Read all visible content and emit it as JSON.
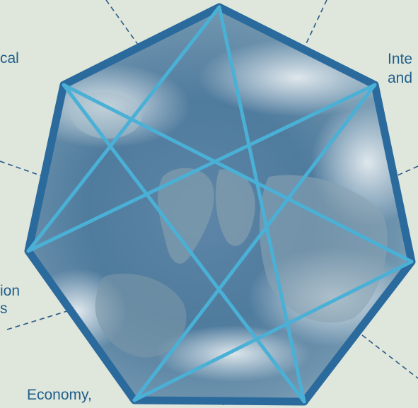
{
  "labels": {
    "top_left": "cal",
    "top_right_line1": "Inte",
    "top_right_line2": "and",
    "left_mid_line1": "ion",
    "left_mid_line2": "s",
    "bottom_left": "Economy,"
  },
  "colors": {
    "background": "#dfe6dc",
    "frame": "#2b6a9c",
    "star_lines": "#4ab0d6",
    "label_text": "#1f5f8b",
    "connector": "#2a5a86"
  },
  "icons": {
    "center_image": "earth-satellite-view-northern-europe"
  }
}
